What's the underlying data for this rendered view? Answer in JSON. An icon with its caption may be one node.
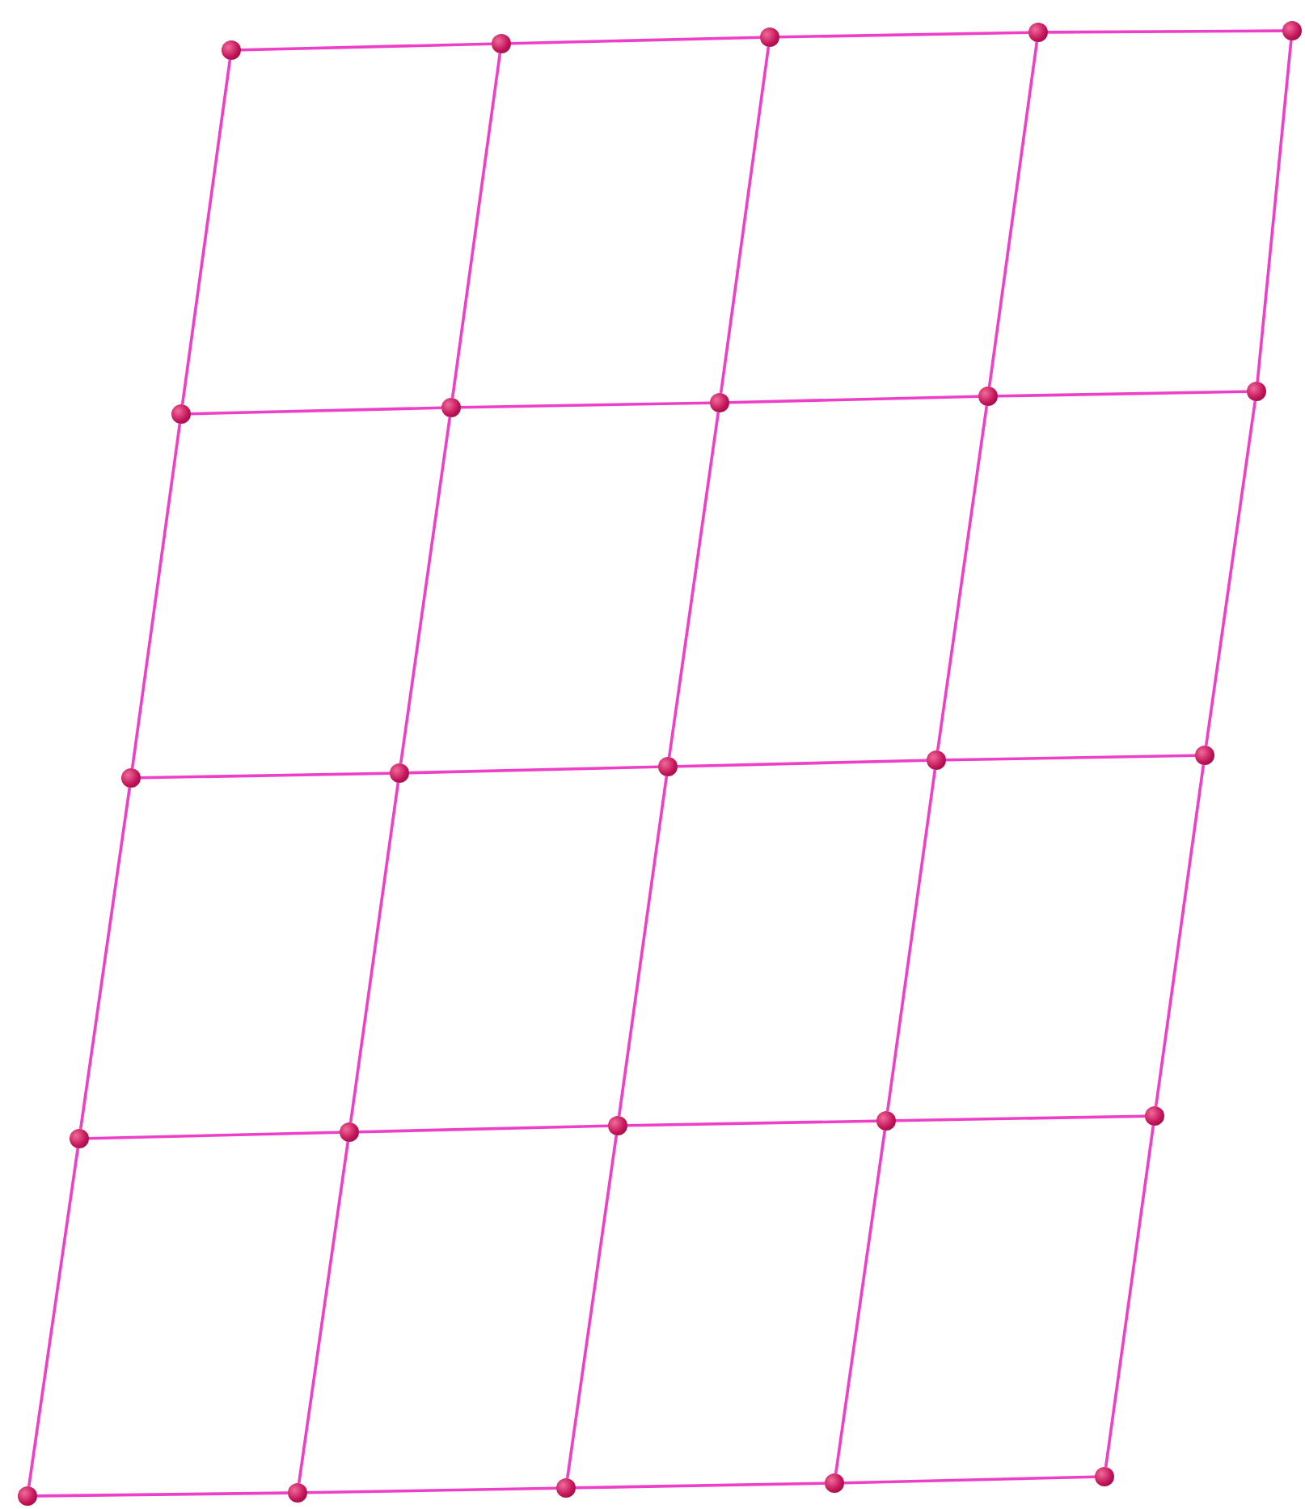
{
  "diagram": {
    "nodes": [
      {
        "text": [],
        "shape": "circle"
      },
      {
        "text": [],
        "shape": "circle"
      },
      {
        "text": [],
        "shape": "circle"
      },
      {
        "text": [],
        "shape": "circle"
      },
      {
        "text": [],
        "shape": "circle"
      },
      {
        "text": [],
        "shape": "circle"
      },
      {
        "text": [],
        "shape": "circle"
      },
      {
        "text": [],
        "shape": "circle"
      },
      {
        "text": [],
        "shape": "circle"
      },
      {
        "text": [],
        "shape": "circle"
      },
      {
        "text": [],
        "shape": "circle"
      },
      {
        "text": [],
        "shape": "circle"
      },
      {
        "text": [],
        "shape": "circle"
      },
      {
        "text": [],
        "shape": "circle"
      },
      {
        "text": [],
        "shape": "circle"
      },
      {
        "text": [],
        "shape": "circle"
      },
      {
        "text": [],
        "shape": "circle"
      },
      {
        "text": [],
        "shape": "circle"
      },
      {
        "text": [],
        "shape": "circle"
      },
      {
        "text": [],
        "shape": "circle"
      },
      {
        "text": [],
        "shape": "circle"
      },
      {
        "text": [],
        "shape": "circle"
      },
      {
        "text": [],
        "shape": "circle"
      },
      {
        "text": [],
        "shape": "circle"
      },
      {
        "text": [],
        "shape": "circle"
      }
    ],
    "edges": [
      {
        "from": 0,
        "to": 1,
        "arrow": "none"
      },
      {
        "from": 1,
        "to": 2,
        "arrow": "none"
      },
      {
        "from": 2,
        "to": 3,
        "arrow": "none"
      },
      {
        "from": 3,
        "to": 4,
        "arrow": "none"
      },
      {
        "from": 5,
        "to": 6,
        "arrow": "none"
      },
      {
        "from": 6,
        "to": 7,
        "arrow": "none"
      },
      {
        "from": 7,
        "to": 8,
        "arrow": "none"
      },
      {
        "from": 8,
        "to": 9,
        "arrow": "none"
      },
      {
        "from": 10,
        "to": 11,
        "arrow": "none"
      },
      {
        "from": 11,
        "to": 12,
        "arrow": "none"
      },
      {
        "from": 12,
        "to": 13,
        "arrow": "none"
      },
      {
        "from": 13,
        "to": 14,
        "arrow": "none"
      },
      {
        "from": 15,
        "to": 16,
        "arrow": "none"
      },
      {
        "from": 16,
        "to": 17,
        "arrow": "none"
      },
      {
        "from": 17,
        "to": 18,
        "arrow": "none"
      },
      {
        "from": 18,
        "to": 19,
        "arrow": "none"
      },
      {
        "from": 20,
        "to": 21,
        "arrow": "none"
      },
      {
        "from": 21,
        "to": 22,
        "arrow": "none"
      },
      {
        "from": 22,
        "to": 23,
        "arrow": "none"
      },
      {
        "from": 23,
        "to": 24,
        "arrow": "none"
      },
      {
        "from": 0,
        "to": 5,
        "arrow": "none"
      },
      {
        "from": 5,
        "to": 10,
        "arrow": "none"
      },
      {
        "from": 10,
        "to": 15,
        "arrow": "none"
      },
      {
        "from": 15,
        "to": 20,
        "arrow": "none"
      },
      {
        "from": 1,
        "to": 6,
        "arrow": "none"
      },
      {
        "from": 6,
        "to": 11,
        "arrow": "none"
      },
      {
        "from": 11,
        "to": 16,
        "arrow": "none"
      },
      {
        "from": 16,
        "to": 21,
        "arrow": "none"
      },
      {
        "from": 2,
        "to": 7,
        "arrow": "none"
      },
      {
        "from": 7,
        "to": 12,
        "arrow": "none"
      },
      {
        "from": 12,
        "to": 17,
        "arrow": "none"
      },
      {
        "from": 17,
        "to": 22,
        "arrow": "none"
      },
      {
        "from": 3,
        "to": 8,
        "arrow": "none"
      },
      {
        "from": 8,
        "to": 13,
        "arrow": "none"
      },
      {
        "from": 13,
        "to": 18,
        "arrow": "none"
      },
      {
        "from": 18,
        "to": 23,
        "arrow": "none"
      },
      {
        "from": 4,
        "to": 9,
        "arrow": "none"
      },
      {
        "from": 9,
        "to": 14,
        "arrow": "none"
      },
      {
        "from": 14,
        "to": 19,
        "arrow": "none"
      },
      {
        "from": 19,
        "to": 24,
        "arrow": "none"
      }
    ]
  }
}
